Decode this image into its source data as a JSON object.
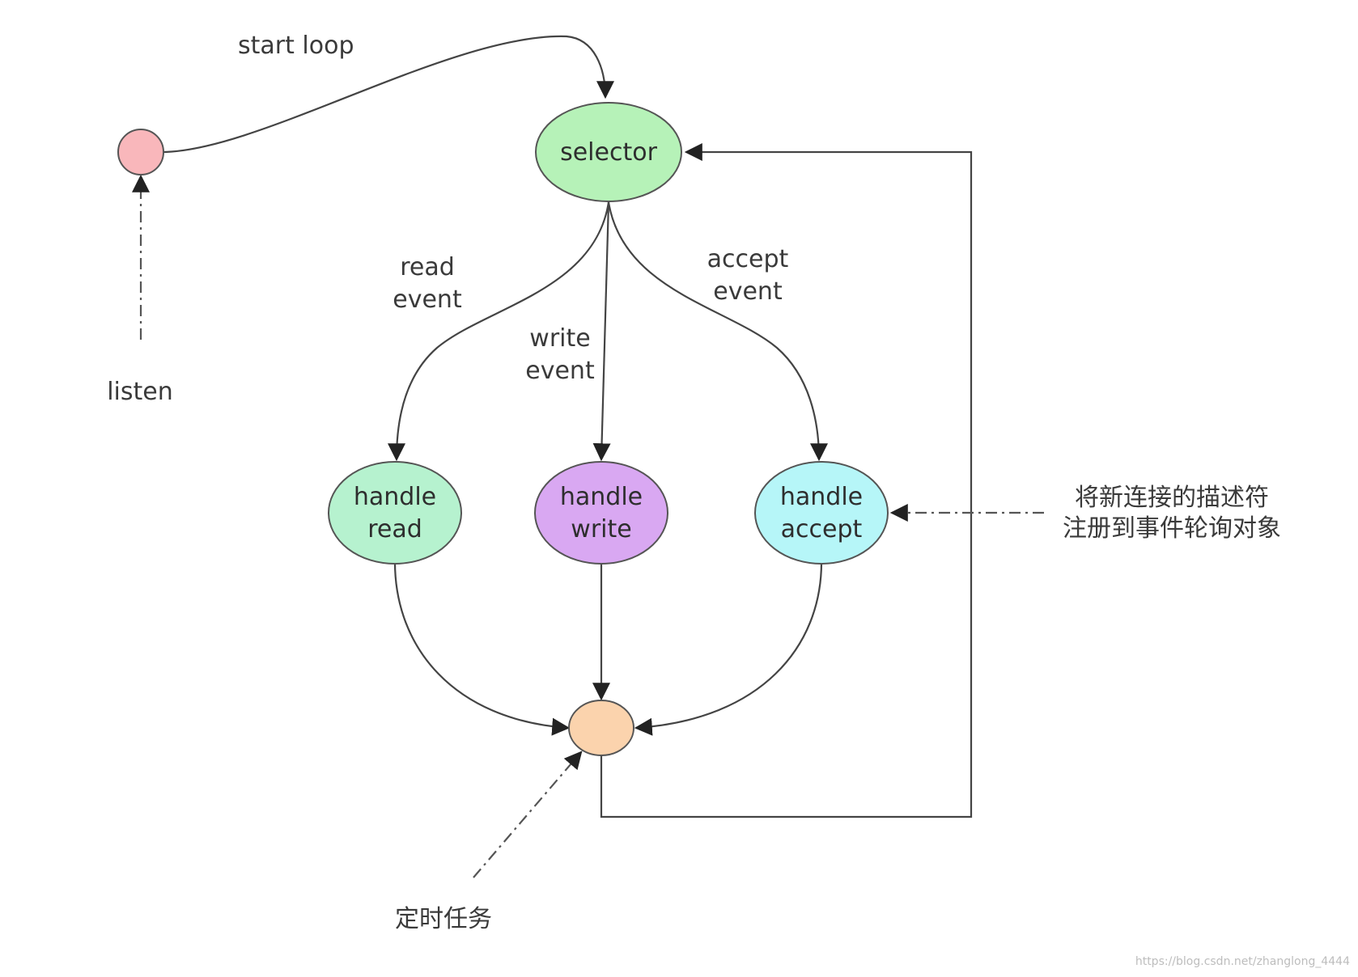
{
  "diagram": {
    "nodes": {
      "start": {
        "label": "",
        "color": "#f9b7bb"
      },
      "selector": {
        "label": "selector",
        "color": "#b6f2b8"
      },
      "handle_read": {
        "label_lines": [
          "handle",
          "read"
        ],
        "color": "#b6f2cf"
      },
      "handle_write": {
        "label_lines": [
          "handle",
          "write"
        ],
        "color": "#d9a8f2"
      },
      "handle_accept": {
        "label_lines": [
          "handle",
          "accept"
        ],
        "color": "#b6f6f8"
      },
      "merge": {
        "label": "",
        "color": "#fbd3ad"
      }
    },
    "edge_labels": {
      "start_loop": "start loop",
      "read_event": [
        "read",
        "event"
      ],
      "write_event": [
        "write",
        "event"
      ],
      "accept_event": [
        "accept",
        "event"
      ]
    },
    "annotations": {
      "listen": "listen",
      "register_line1": "将新连接的描述符",
      "register_line2": "注册到事件轮询对象",
      "timer": "定时任务"
    }
  },
  "watermark": "https://blog.csdn.net/zhanglong_4444"
}
